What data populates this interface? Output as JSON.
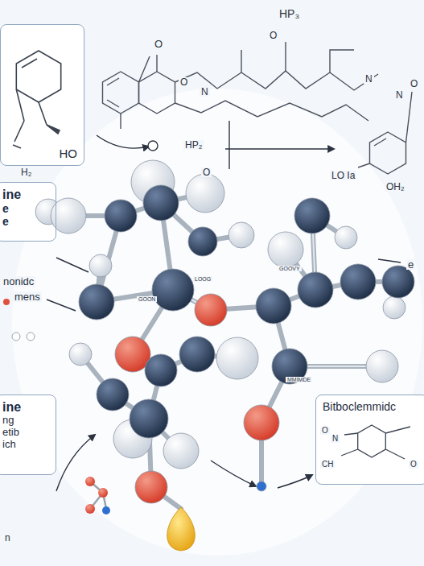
{
  "diagram": {
    "nodes": [
      {
        "text": [
          "HO"
        ]
      },
      {
        "text": [
          "ine",
          "e",
          "e"
        ]
      },
      {
        "text": [
          "ine",
          "ng etib ich"
        ]
      },
      {
        "text": [
          "Bitboclemmidc"
        ]
      }
    ],
    "labels": [
      "HP₃",
      "H₂",
      "O",
      "O",
      "N",
      "HP₂",
      "O",
      "N",
      "O",
      "N",
      "O",
      "LO Ia",
      "OH₂",
      "nonidc",
      "mens",
      "e",
      "GOON",
      "LOOG",
      "GOOVY",
      "MMIMDE",
      "O",
      "N",
      "CH",
      "O",
      "n"
    ]
  }
}
